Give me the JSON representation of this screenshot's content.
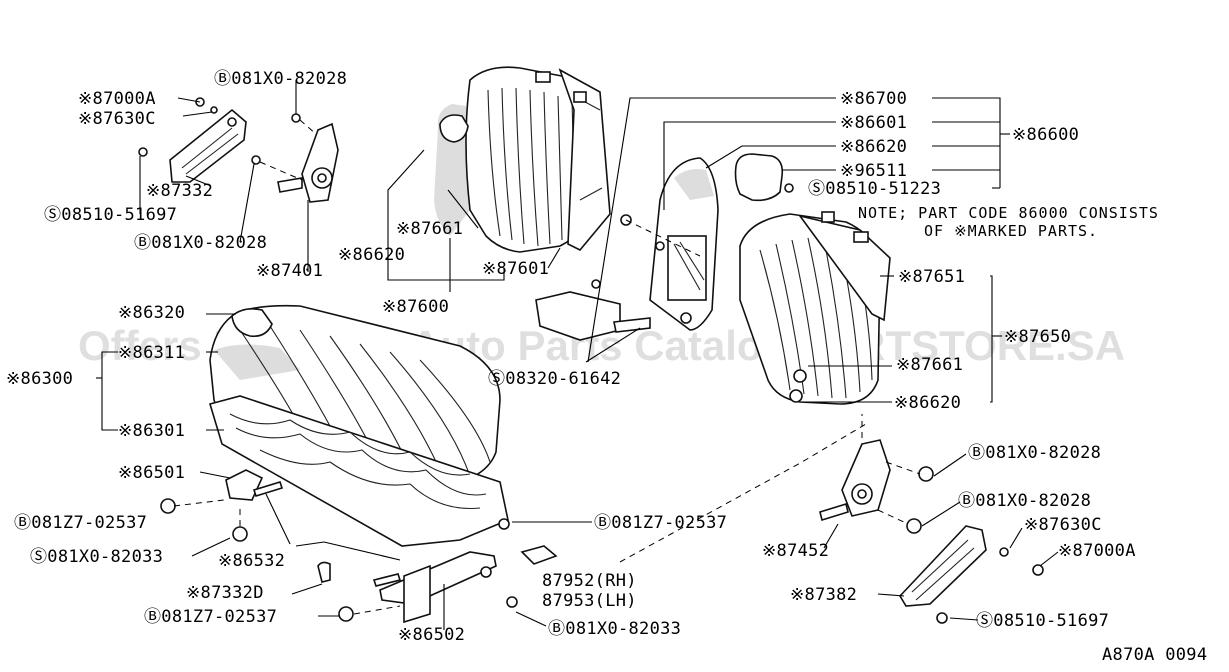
{
  "diagram_code": "A870A 0094",
  "watermark": "Offers Merchant Auto Parts Catalog PARTSTORE.SA",
  "note": {
    "line1": "NOTE; PART CODE 86000 CONSISTS",
    "line2": "OF ※MARKED PARTS."
  },
  "labels": {
    "l87000A_left": "※87000A",
    "l87630C_left": "※87630C",
    "b081X0_82028_top": "Ⓑ081X0-82028",
    "l87332": "※87332",
    "s08510_51697_left": "Ⓢ08510-51697",
    "b081X0_82028_left": "Ⓑ081X0-82028",
    "l87401": "※87401",
    "l87661_left": "※87661",
    "l86620_left": "※86620",
    "l87601": "※87601",
    "l87600": "※87600",
    "l86700": "※86700",
    "l86601": "※86601",
    "l86620_right": "※86620",
    "l96511": "※96511",
    "s08510_51223": "Ⓢ08510-51223",
    "l86600": "※86600",
    "l87651": "※87651",
    "l87650": "※87650",
    "l87661_right": "※87661",
    "l86620_lower": "※86620",
    "l86320": "※86320",
    "l86311": "※86311",
    "l86300": "※86300",
    "l86301": "※86301",
    "s08320_61642": "Ⓢ08320-61642",
    "l86501": "※86501",
    "b081Z7_02537_left": "Ⓑ081Z7-02537",
    "s081X0_82033": "Ⓢ081X0-82033",
    "l86532": "※86532",
    "l87332D": "※87332D",
    "b081Z7_02537_bottom": "Ⓑ081Z7-02537",
    "l86502": "※86502",
    "b081Z7_02537_mid": "Ⓑ081Z7-02537",
    "l87952": "87952(RH)",
    "l87953": "87953(LH)",
    "b081X0_82033": "Ⓑ081X0-82033",
    "b081X0_82028_r1": "Ⓑ081X0-82028",
    "b081X0_82028_r2": "Ⓑ081X0-82028",
    "l87630C_right": "※87630C",
    "l87000A_right": "※87000A",
    "l87452": "※87452",
    "l87382": "※87382",
    "s08510_51697_right": "Ⓢ08510-51697"
  }
}
